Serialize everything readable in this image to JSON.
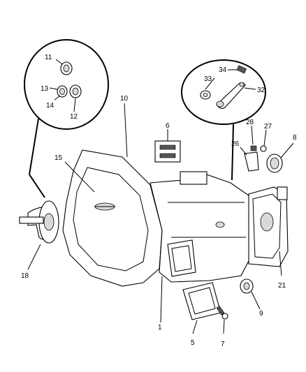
{
  "callouts": {
    "c11": "11",
    "c13": "13",
    "c14": "14",
    "c12": "12",
    "c10": "10",
    "c6": "6",
    "c15": "15",
    "c34": "34",
    "c33": "33",
    "c32": "32",
    "c28": "28",
    "c27": "27",
    "c8": "8",
    "c26": "26",
    "c18": "18",
    "c21": "21",
    "c9": "9",
    "c1": "1",
    "c5": "5",
    "c7": "7"
  }
}
